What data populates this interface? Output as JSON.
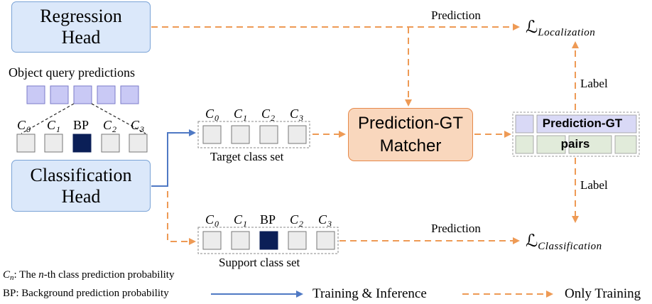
{
  "regression_head": {
    "line1": "Regression",
    "line2": "Head"
  },
  "classification_head": {
    "line1": "Classification",
    "line2": "Head"
  },
  "matcher": {
    "line1": "Prediction-GT",
    "line2": "Matcher"
  },
  "object_query_label": "Object query predictions",
  "class_labels": {
    "c": "C",
    "sub0": "0",
    "sub1": "1",
    "sub2": "2",
    "sub3": "3",
    "bp": "BP"
  },
  "target_set_label": "Target class set",
  "support_set_label": "Support class set",
  "pairs": {
    "line1": "Prediction-GT",
    "line2": "pairs"
  },
  "prediction_top": "Prediction",
  "prediction_bottom": "Prediction",
  "label_top": "Label",
  "label_bottom": "Label",
  "loss_localization": {
    "symbol": "ℒ",
    "sub": "Localization"
  },
  "loss_classification": {
    "symbol": "ℒ",
    "sub": "Classification"
  },
  "legend": {
    "cn_symbol": "C",
    "cn_sub": "n",
    "cn_text_a": ": The ",
    "cn_text_n": "n",
    "cn_text_b": "-th class prediction probability",
    "bp_text": "BP: Background prediction probability",
    "training_inference": "Training & Inference",
    "only_training": "Only Training"
  },
  "colors": {
    "head_fill": "#dbe8fa",
    "head_border": "#7aa3d6",
    "matcher_fill": "#f9d7bd",
    "matcher_border": "#e6894a",
    "dashed_arrow": "#ee9a55",
    "solid_arrow": "#4f79c4",
    "query_cell": "#c9c9f5",
    "bp_cell": "#0b1f57",
    "class_cell": "#ececec",
    "pair_top": "#d9d9f6",
    "pair_bottom": "#e1ebda"
  }
}
